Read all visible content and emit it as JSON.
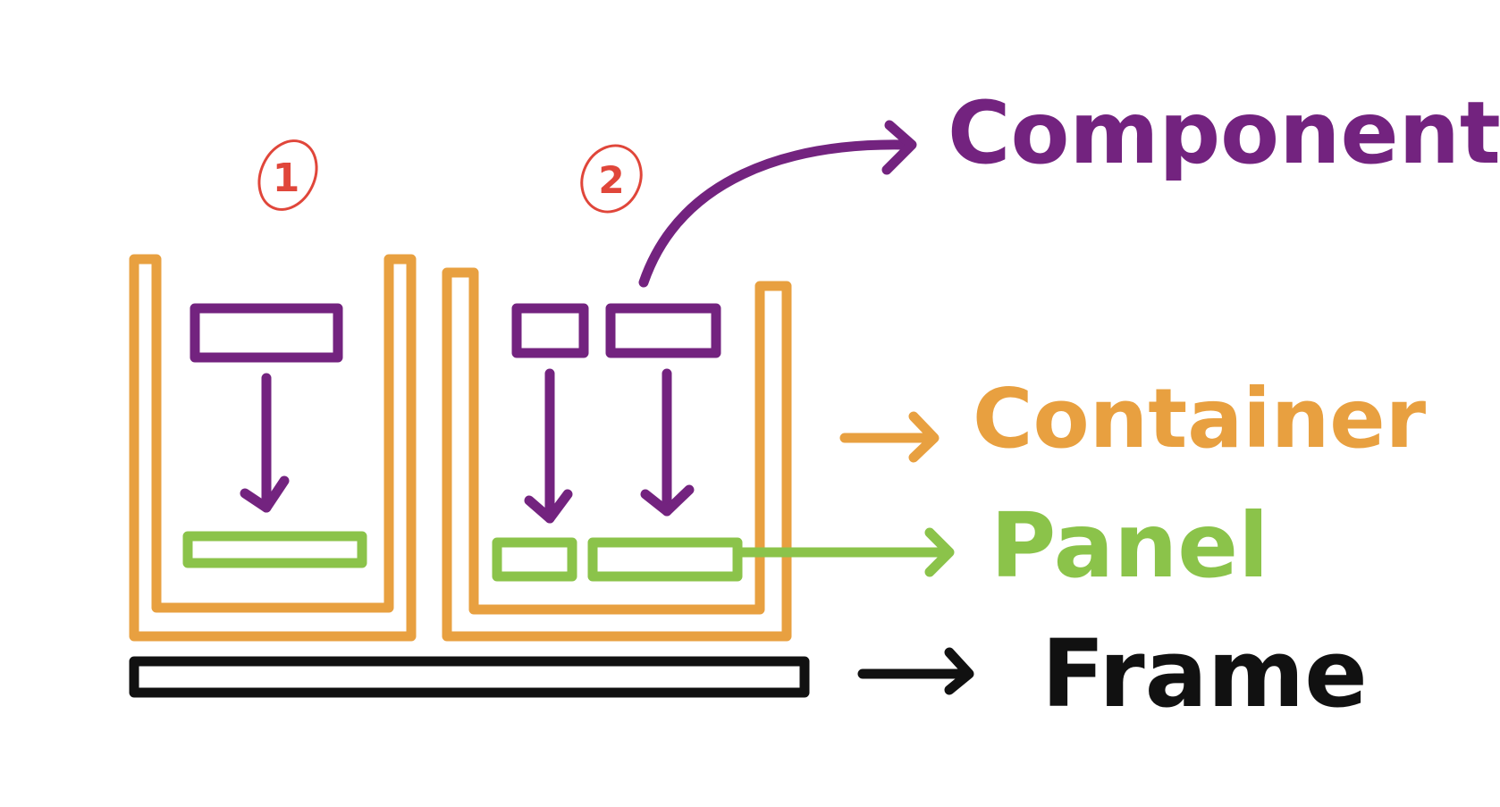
{
  "colors": {
    "component": "#73237F",
    "container": "#E8A040",
    "panel": "#8BC34A",
    "frame": "#111111",
    "number": "#E0463A",
    "background": "#FFFFFF"
  },
  "markers": [
    {
      "id": "1",
      "text": "1"
    },
    {
      "id": "2",
      "text": "2"
    }
  ],
  "legend": {
    "component": "Component",
    "container": "Container",
    "panel": "Panel",
    "frame": "Frame"
  }
}
